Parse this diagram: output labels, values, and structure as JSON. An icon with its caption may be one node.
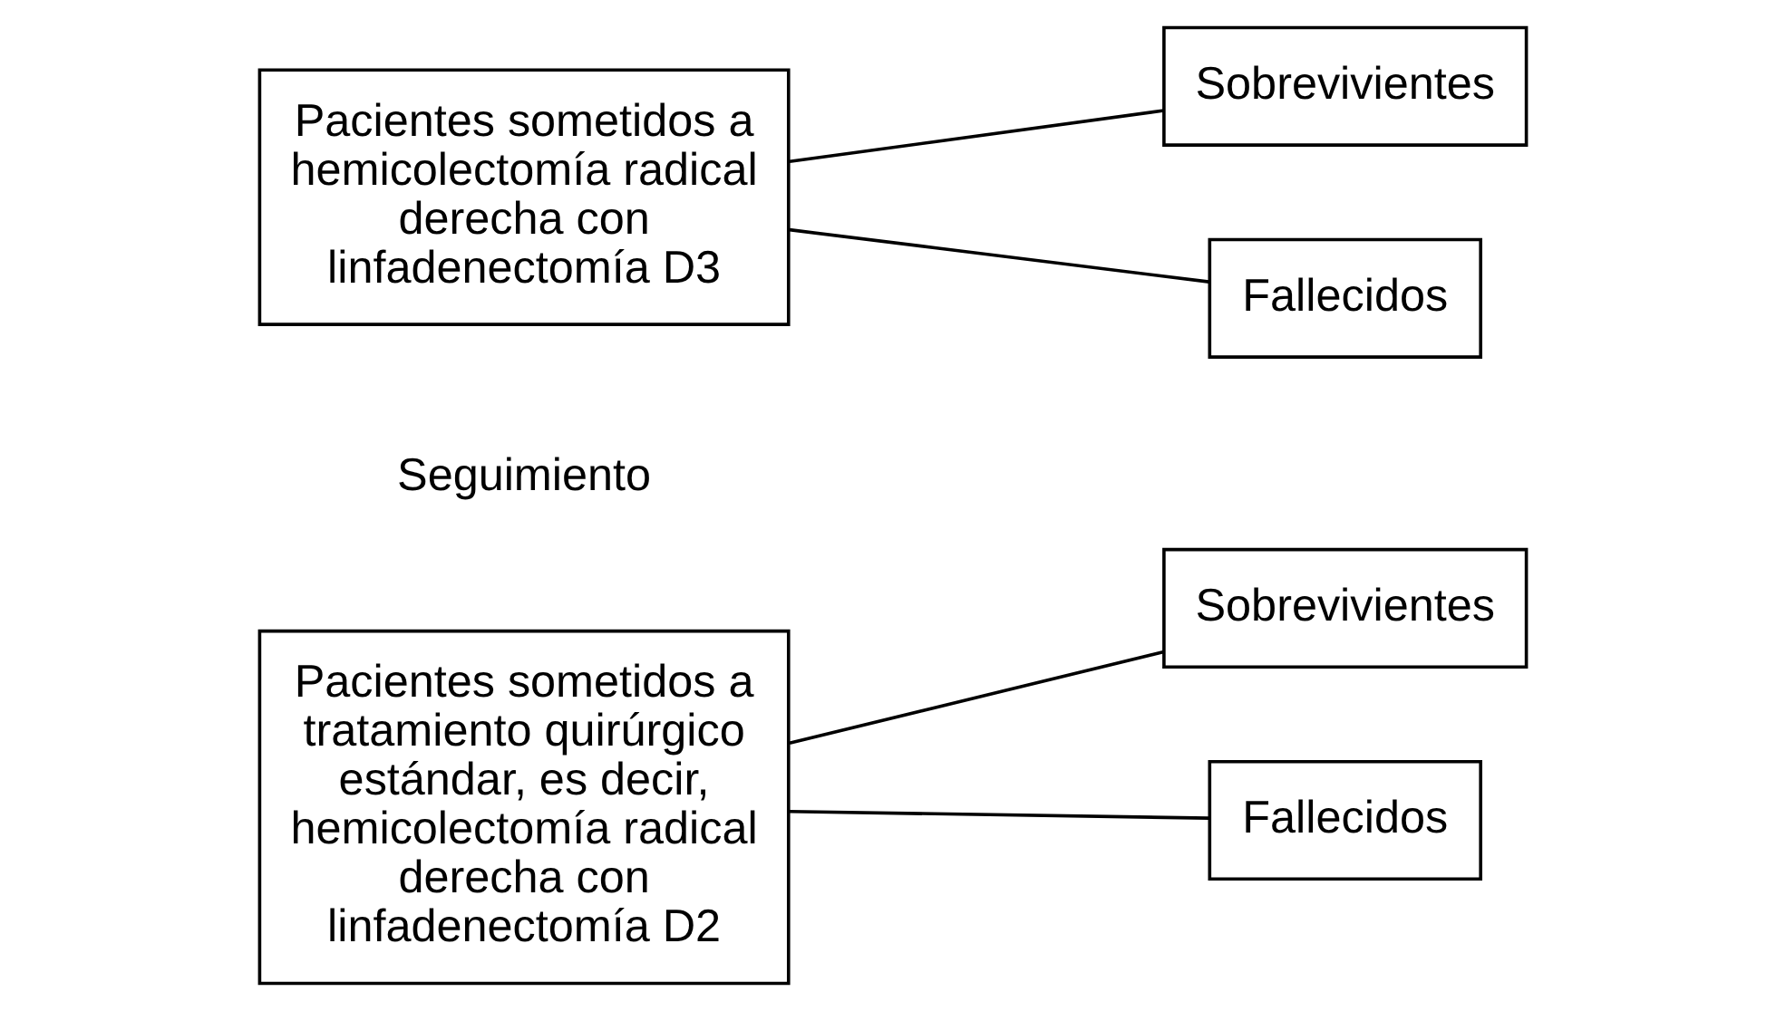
{
  "diagram": {
    "nodes": [
      {
        "text": [
          "Pacientes sometidos a hemicolectomía radical derecha con linfadenectomía D3"
        ]
      },
      {
        "text": [
          "Sobrevivientes"
        ]
      },
      {
        "text": [
          "Fallecidos"
        ]
      },
      {
        "text": [
          "Pacientes sometidos a tratamiento quirúrgico estándar, es decir, hemicolectomía radical derecha con linfadenectomía D2"
        ]
      },
      {
        "text": [
          "Sobrevivientes"
        ]
      },
      {
        "text": [
          "Fallecidos"
        ]
      }
    ],
    "edges": [
      {
        "from": 0,
        "to": 1,
        "arrow": "none"
      },
      {
        "from": 0,
        "to": 2,
        "arrow": "none"
      },
      {
        "from": 3,
        "to": 4,
        "arrow": "none"
      },
      {
        "from": 3,
        "to": 5,
        "arrow": "none"
      }
    ],
    "labels": [
      "Seguimiento"
    ]
  }
}
